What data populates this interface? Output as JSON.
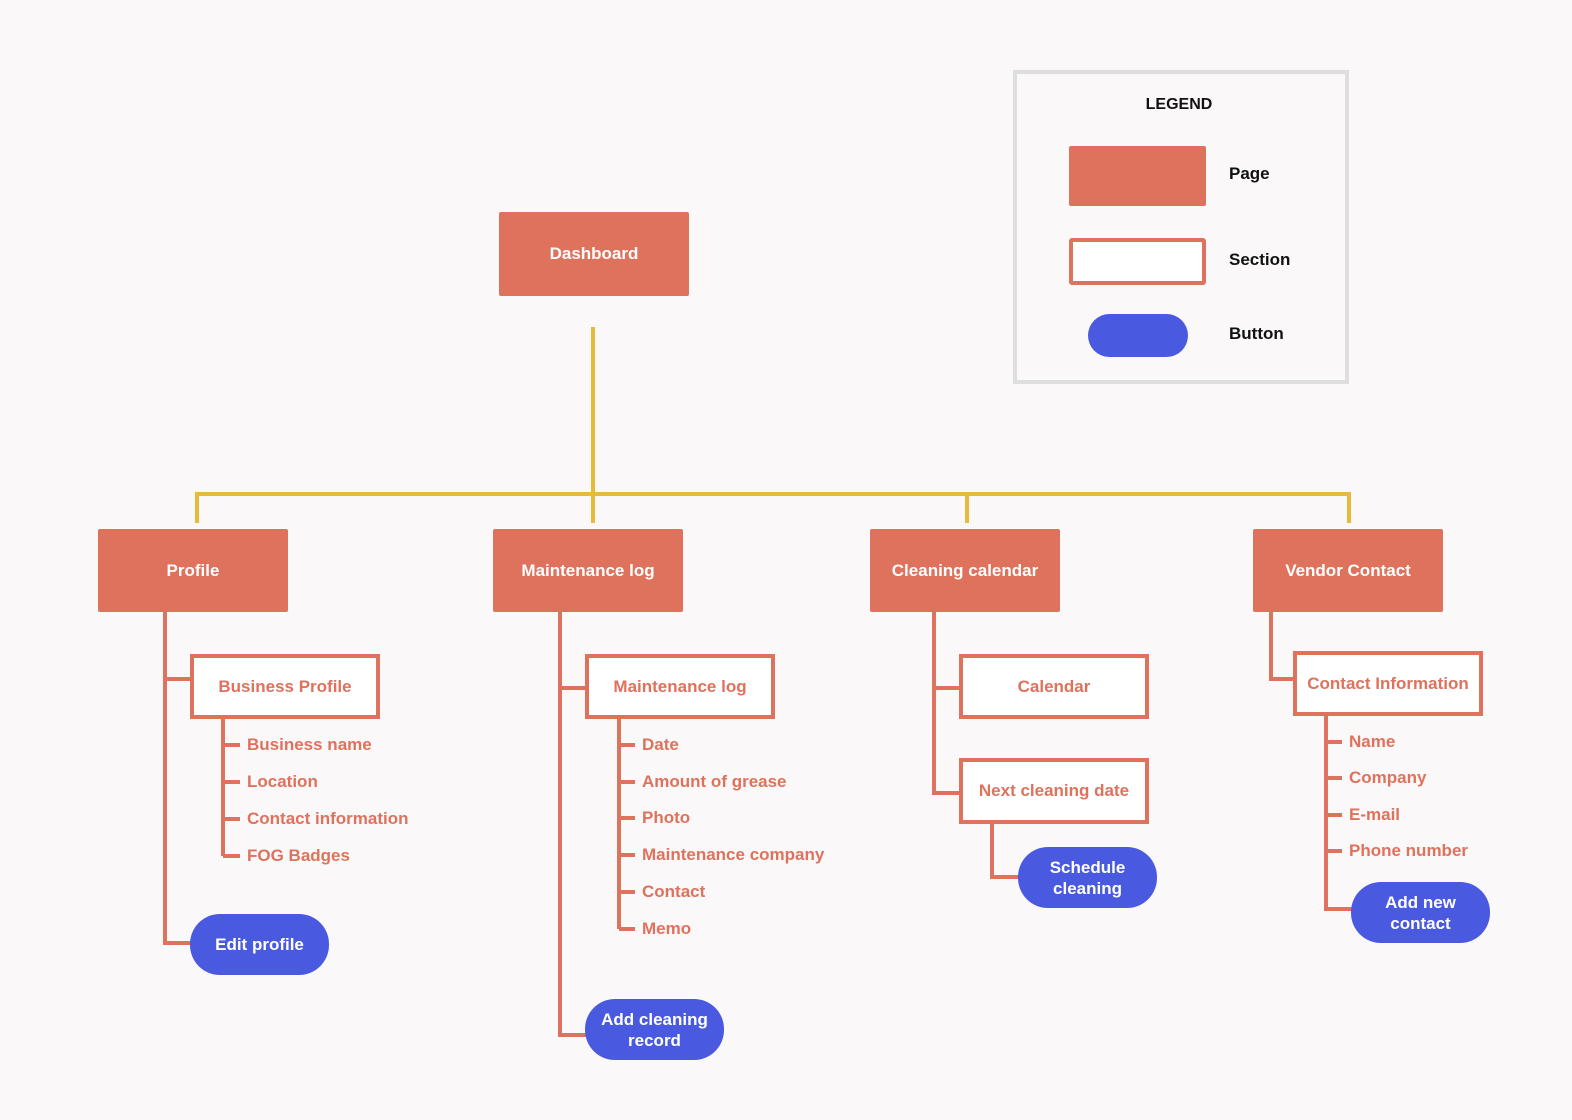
{
  "colors": {
    "page": "#df725c",
    "section_border": "#df725c",
    "button": "#4a5ae0",
    "connector_main": "#e6bb3c",
    "connector_sub": "#df725c",
    "legend_border": "#dedede"
  },
  "legend": {
    "title": "LEGEND",
    "page_label": "Page",
    "section_label": "Section",
    "button_label": "Button"
  },
  "dashboard": {
    "label": "Dashboard"
  },
  "profile": {
    "page_label": "Profile",
    "section_label": "Business Profile",
    "items": [
      "Business name",
      "Location",
      "Contact information",
      "FOG Badges"
    ],
    "button_label": "Edit profile"
  },
  "maintenance": {
    "page_label": "Maintenance log",
    "section_label": "Maintenance log",
    "items": [
      "Date",
      "Amount of grease",
      "Photo",
      "Maintenance company",
      "Contact",
      "Memo"
    ],
    "button_label": "Add cleaning record"
  },
  "cleaning": {
    "page_label": "Cleaning calendar",
    "section_calendar_label": "Calendar",
    "section_next_label": "Next cleaning date",
    "button_label": "Schedule cleaning"
  },
  "vendor": {
    "page_label": "Vendor Contact",
    "section_label": "Contact Information",
    "items": [
      "Name",
      "Company",
      "E-mail",
      "Phone number"
    ],
    "button_label": "Add new contact"
  }
}
